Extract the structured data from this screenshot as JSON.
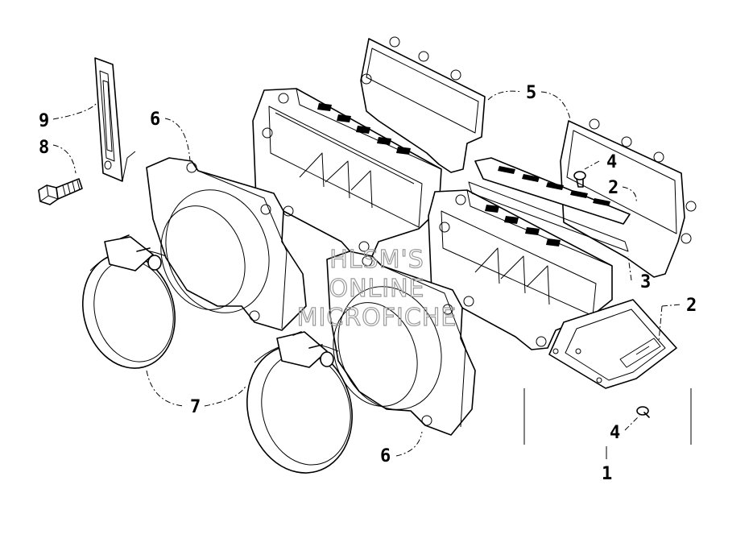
{
  "callouts": [
    {
      "id": "callout-9",
      "label": "9"
    },
    {
      "id": "callout-8",
      "label": "8"
    },
    {
      "id": "callout-6-top",
      "label": "6"
    },
    {
      "id": "callout-5",
      "label": "5"
    },
    {
      "id": "callout-4-top",
      "label": "4"
    },
    {
      "id": "callout-2-top",
      "label": "2"
    },
    {
      "id": "callout-3",
      "label": "3"
    },
    {
      "id": "callout-2-right",
      "label": "2"
    },
    {
      "id": "callout-7",
      "label": "7"
    },
    {
      "id": "callout-6-bottom",
      "label": "6"
    },
    {
      "id": "callout-4-bottom",
      "label": "4"
    },
    {
      "id": "callout-1",
      "label": "1"
    }
  ],
  "watermark": {
    "line1": "HLSM'S",
    "line2": "ONLINE",
    "line3": "MICROFICHE"
  },
  "colors": {
    "line": "#000000",
    "background": "#ffffff",
    "watermark": "#9a9a9a"
  }
}
